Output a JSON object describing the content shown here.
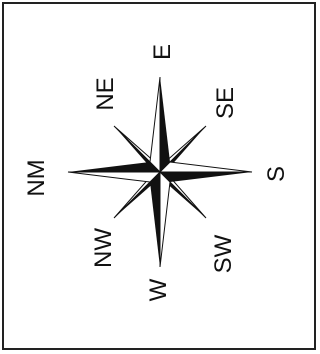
{
  "compass": {
    "labels": {
      "top": "E",
      "top_right": "SE",
      "right": "S",
      "bottom_right": "SW",
      "bottom": "W",
      "bottom_left": "NW",
      "left": "NM",
      "top_left": "NE"
    },
    "colors": {
      "ink": "#111111",
      "paper": "#ffffff",
      "border": "#222222"
    }
  }
}
